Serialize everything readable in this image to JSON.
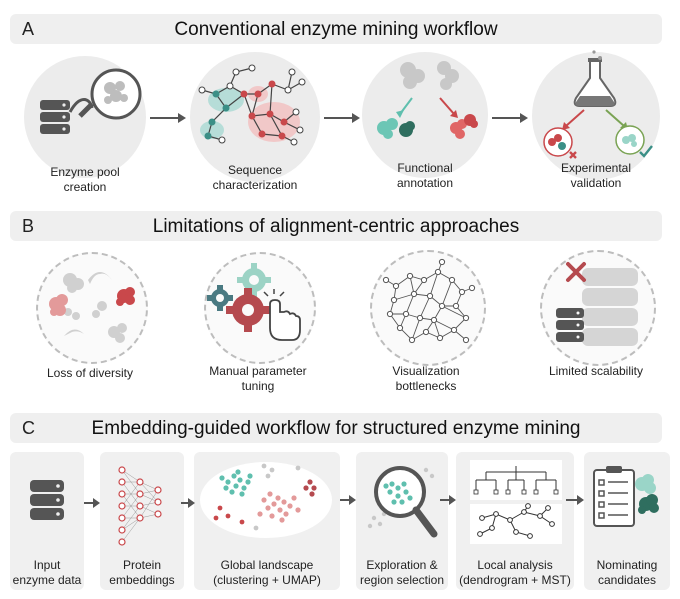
{
  "sections": {
    "a": {
      "letter": "A",
      "title": "Conventional enzyme mining workflow"
    },
    "b": {
      "letter": "B",
      "title": "Limitations of alignment-centric approaches"
    },
    "c": {
      "letter": "C",
      "title": "Embedding-guided workflow for structured enzyme mining"
    }
  },
  "workflow_a": {
    "steps": [
      {
        "line1": "Enzyme pool",
        "line2": "creation"
      },
      {
        "line1": "Sequence",
        "line2": "characterization"
      },
      {
        "line1": "Functional",
        "line2": "annotation"
      },
      {
        "line1": "Experimental",
        "line2": "validation"
      }
    ]
  },
  "limitations_b": {
    "items": [
      {
        "line1": "Loss of diversity",
        "line2": ""
      },
      {
        "line1": "Manual parameter",
        "line2": "tuning"
      },
      {
        "line1": "Visualization",
        "line2": "bottlenecks"
      },
      {
        "line1": "Limited scalability",
        "line2": ""
      }
    ]
  },
  "workflow_c": {
    "steps": [
      {
        "line1": "Input",
        "line2": "enzyme data"
      },
      {
        "line1": "Protein",
        "line2": "embeddings"
      },
      {
        "line1": "Global landscape",
        "line2": "(clustering + UMAP)"
      },
      {
        "line1": "Exploration &",
        "line2": "region selection"
      },
      {
        "line1": "Local analysis",
        "line2": "(dendrogram + MST)"
      },
      {
        "line1": "Nominating",
        "line2": "candidates"
      }
    ]
  },
  "colors": {
    "header_bg": "#efefef",
    "teal": "#5fbfae",
    "red": "#c9484b",
    "pink": "#e39a9a",
    "gray_icon": "#555555",
    "arrow": "#555555"
  }
}
